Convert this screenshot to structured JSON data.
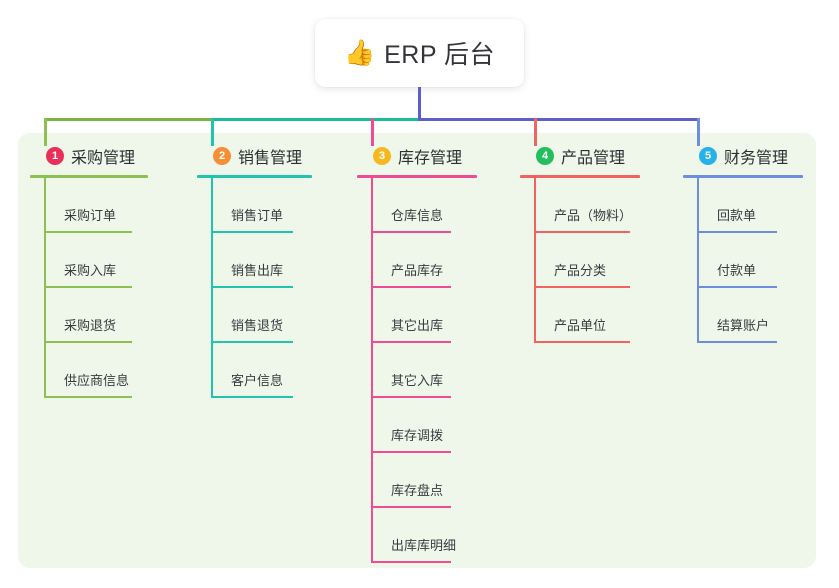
{
  "root": {
    "icon": "thumbs-up-icon",
    "icon_glyph": "👍",
    "label": "ERP 后台"
  },
  "colors": {
    "panel_background": "#eef7e9",
    "page_background": "#ffffff",
    "root_stem": "#5b5fc7",
    "trunk_left": "#7cb342",
    "trunk_mid": "#1abc9c",
    "trunk_right": "#5b5fc7"
  },
  "branches": [
    {
      "number": "1",
      "title": "采购管理",
      "badge_color": "#e8305a",
      "line_color": "#8cc152",
      "items": [
        "采购订单",
        "采购入库",
        "采购退货",
        "供应商信息"
      ]
    },
    {
      "number": "2",
      "title": "销售管理",
      "badge_color": "#f59038",
      "line_color": "#22c4ad",
      "items": [
        "销售订单",
        "销售出库",
        "销售退货",
        "客户信息"
      ]
    },
    {
      "number": "3",
      "title": "库存管理",
      "badge_color": "#f5b820",
      "line_color": "#ef4c93",
      "items": [
        "仓库信息",
        "产品库存",
        "其它出库",
        "其它入库",
        "库存调拨",
        "库存盘点",
        "出库库明细"
      ]
    },
    {
      "number": "4",
      "title": "产品管理",
      "badge_color": "#23bf5e",
      "line_color": "#f2635f",
      "items": [
        "产品（物料）",
        "产品分类",
        "产品单位"
      ]
    },
    {
      "number": "5",
      "title": "财务管理",
      "badge_color": "#25b2e8",
      "line_color": "#6d8ede",
      "items": [
        "回款单",
        "付款单",
        "结算账户"
      ]
    }
  ],
  "layout": {
    "branch_x": [
      30,
      197,
      357,
      520,
      683
    ],
    "head_rule_width": [
      118,
      115,
      120,
      120,
      120
    ],
    "leaf_rule_width": [
      88,
      82,
      80,
      96,
      80
    ],
    "leaf_spacing": 55
  }
}
